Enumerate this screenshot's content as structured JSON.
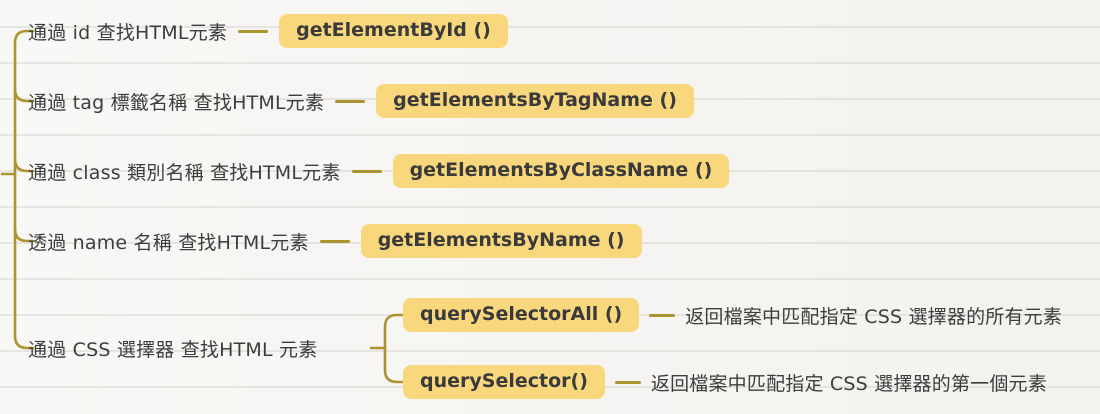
{
  "palette": {
    "connector_line": "#ac9430",
    "highlight_chip": "#f9d87d",
    "topic_text": "#3d3d3d",
    "paper_background": "#f5f4f1",
    "rule_line": "#c1bbb3"
  },
  "branches": [
    {
      "label": "通過 id 查找HTML元素",
      "method": "getElementById ()"
    },
    {
      "label": "通過 tag 標籤名稱 查找HTML元素",
      "method": "getElementsByTagName ()"
    },
    {
      "label": "通過 class 類別名稱 查找HTML元素",
      "method": "getElementsByClassName ()"
    },
    {
      "label": "透過 name 名稱 查找HTML元素",
      "method": "getElementsByName ()"
    },
    {
      "label": "通過 CSS 選擇器 查找HTML 元素",
      "children": [
        {
          "method": "querySelectorAll ()",
          "description": "返回檔案中匹配指定 CSS 選擇器的所有元素"
        },
        {
          "method": "querySelector()",
          "description": "返回檔案中匹配指定 CSS 選擇器的第一個元素"
        }
      ]
    }
  ]
}
